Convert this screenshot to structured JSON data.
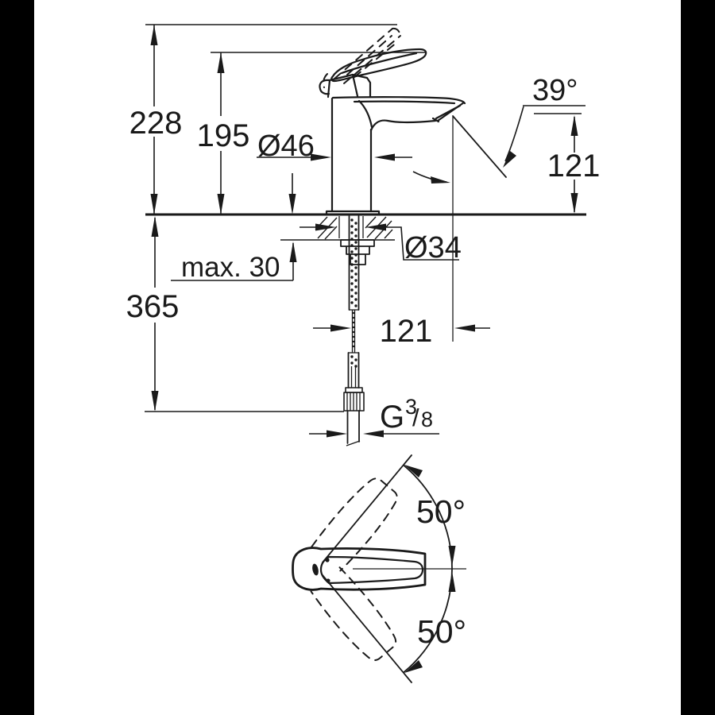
{
  "style": {
    "line_color": "#1a1a1a",
    "background": "#ffffff",
    "side_bar_color": "#000000"
  },
  "side_view": {
    "total_height": "228",
    "height_to_lever": "195",
    "body_diameter": "Ø46",
    "stream_angle": "39°",
    "spout_outlet_height": "121",
    "hole_diameter": "Ø34",
    "max_deck_thickness": "max. 30",
    "below_deck_length": "365",
    "spout_reach": "121",
    "thread_size": {
      "prefix": "G",
      "numerator": "3",
      "slash": "/",
      "denominator": "8"
    }
  },
  "top_view": {
    "swivel_angle_up": "50°",
    "swivel_angle_down": "50°"
  }
}
